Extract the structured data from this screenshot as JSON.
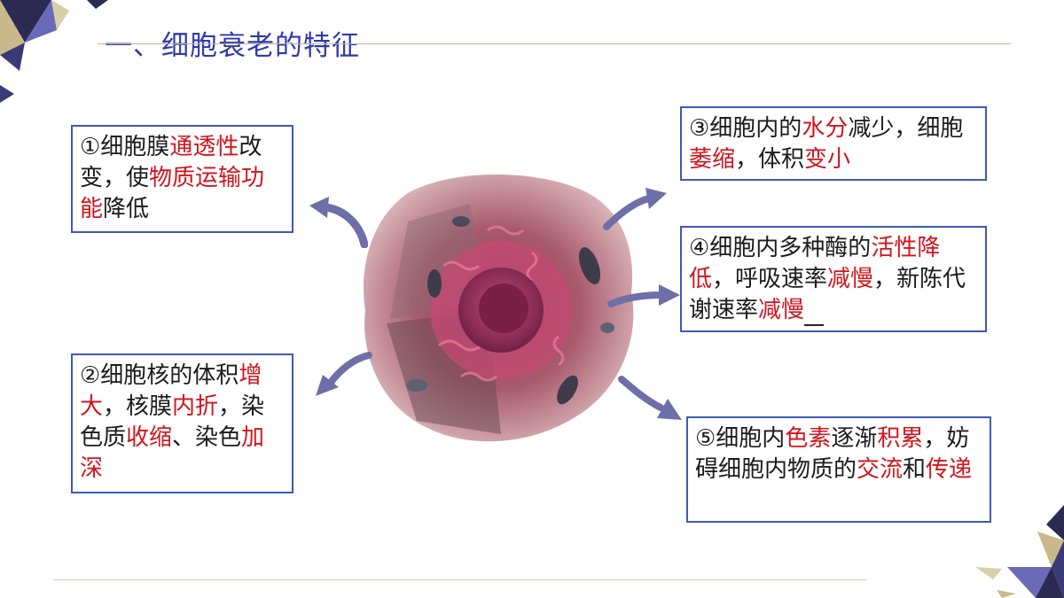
{
  "slide": {
    "title": "一、细胞衰老的特征"
  },
  "boxes": [
    {
      "id": "box1",
      "segments": [
        {
          "t": "①细胞膜"
        },
        {
          "t": "通透性",
          "h": true
        },
        {
          "t": "改变，使"
        },
        {
          "t": "物质运输功能",
          "h": true
        },
        {
          "t": "降低"
        }
      ]
    },
    {
      "id": "box2",
      "segments": [
        {
          "t": "②细胞核的体积"
        },
        {
          "t": "增大",
          "h": true
        },
        {
          "t": "，核膜"
        },
        {
          "t": "内折",
          "h": true
        },
        {
          "t": "，染色质"
        },
        {
          "t": "收缩",
          "h": true
        },
        {
          "t": "、染色"
        },
        {
          "t": "加深",
          "h": true
        }
      ]
    },
    {
      "id": "box3",
      "segments": [
        {
          "t": "③细胞内的"
        },
        {
          "t": "水分",
          "h": true
        },
        {
          "t": "减少，细胞"
        },
        {
          "t": "萎缩",
          "h": true
        },
        {
          "t": "，体积"
        },
        {
          "t": "变小",
          "h": true
        }
      ]
    },
    {
      "id": "box4",
      "segments": [
        {
          "t": "④细胞内多种酶的"
        },
        {
          "t": "活性降低",
          "h": true
        },
        {
          "t": "，呼吸速率"
        },
        {
          "t": "减慢",
          "h": true
        },
        {
          "t": "，新陈代谢速率"
        },
        {
          "t": "减慢",
          "h": true
        }
      ]
    },
    {
      "id": "box5",
      "segments": [
        {
          "t": "⑤细胞内"
        },
        {
          "t": "色素",
          "h": true
        },
        {
          "t": "逐渐"
        },
        {
          "t": "积累",
          "h": true
        },
        {
          "t": "，妨碍细胞内物质的"
        },
        {
          "t": "交流",
          "h": true
        },
        {
          "t": "和"
        },
        {
          "t": "传递",
          "h": true
        }
      ]
    }
  ],
  "colors": {
    "title": "#2f3aa8",
    "highlight": "#d2141c",
    "border": "#3d5ab8",
    "arrow": "#6e6fa8"
  },
  "image": {
    "name": "cell-illustration"
  }
}
